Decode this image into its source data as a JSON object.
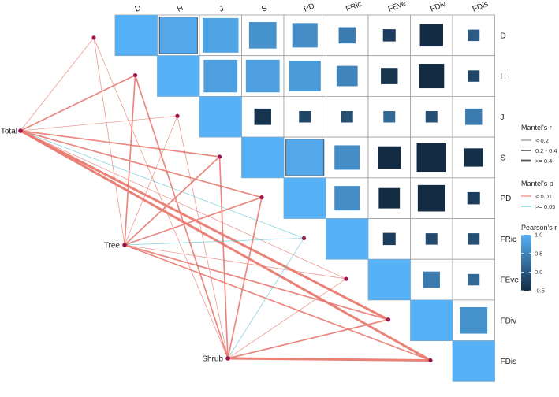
{
  "chart_data": {
    "type": "heatmap",
    "title": "",
    "variables": [
      "D",
      "H",
      "J",
      "S",
      "PD",
      "FRic",
      "FEve",
      "FDiv",
      "FDis"
    ],
    "pearson_r": [
      [
        1.0,
        0.9,
        0.85,
        0.65,
        0.6,
        0.4,
        -0.3,
        -0.55,
        0.05
      ],
      [
        0.9,
        1.0,
        0.8,
        0.8,
        0.75,
        0.5,
        -0.4,
        -0.6,
        -0.2
      ],
      [
        0.85,
        0.8,
        1.0,
        -0.4,
        -0.2,
        -0.1,
        0.2,
        -0.1,
        0.4
      ],
      [
        0.65,
        0.8,
        -0.4,
        1.0,
        0.9,
        0.6,
        -0.55,
        -0.7,
        -0.45
      ],
      [
        0.6,
        0.75,
        -0.2,
        0.9,
        1.0,
        0.6,
        -0.5,
        -0.65,
        -0.3
      ],
      [
        0.4,
        0.5,
        -0.1,
        0.6,
        0.6,
        1.0,
        -0.3,
        -0.15,
        -0.1
      ],
      [
        -0.3,
        -0.4,
        0.2,
        -0.55,
        -0.5,
        -0.3,
        1.0,
        0.4,
        0.2
      ],
      [
        -0.55,
        -0.6,
        -0.1,
        -0.7,
        -0.65,
        -0.15,
        0.4,
        1.0,
        0.65
      ],
      [
        0.05,
        -0.2,
        0.4,
        -0.45,
        -0.3,
        -0.1,
        0.2,
        0.65,
        1.0
      ]
    ],
    "color_scale": {
      "title": "Pearson's r",
      "min": -0.5,
      "max": 1.0,
      "ticks": [
        1.0,
        0.5,
        0.0,
        -0.5
      ],
      "tick_labels": [
        "1.0",
        "0.5",
        "0.0",
        "-0.5"
      ],
      "low_color": "#132b43",
      "high_color": "#56b1f7"
    },
    "sources": [
      {
        "name": "Total"
      },
      {
        "name": "Tree"
      },
      {
        "name": "Shrub"
      }
    ],
    "mantel_links": [
      {
        "from": "Total",
        "to": "D",
        "r_class": "< 0.2",
        "p_class": "< 0.01"
      },
      {
        "from": "Total",
        "to": "H",
        "r_class": "0.2 - 0.4",
        "p_class": "< 0.01"
      },
      {
        "from": "Total",
        "to": "J",
        "r_class": "< 0.2",
        "p_class": "< 0.01"
      },
      {
        "from": "Total",
        "to": "S",
        "r_class": "0.2 - 0.4",
        "p_class": "< 0.01"
      },
      {
        "from": "Total",
        "to": "PD",
        "r_class": "0.2 - 0.4",
        "p_class": "< 0.01"
      },
      {
        "from": "Total",
        "to": "FRic",
        "r_class": "< 0.2",
        "p_class": ">= 0.05"
      },
      {
        "from": "Total",
        "to": "FEve",
        "r_class": "< 0.2",
        "p_class": "< 0.01"
      },
      {
        "from": "Total",
        "to": "FDiv",
        "r_class": ">= 0.4",
        "p_class": "< 0.01"
      },
      {
        "from": "Total",
        "to": "FDis",
        "r_class": ">= 0.4",
        "p_class": "< 0.01"
      },
      {
        "from": "Tree",
        "to": "D",
        "r_class": "< 0.2",
        "p_class": "< 0.01"
      },
      {
        "from": "Tree",
        "to": "H",
        "r_class": "0.2 - 0.4",
        "p_class": "< 0.01"
      },
      {
        "from": "Tree",
        "to": "J",
        "r_class": "< 0.2",
        "p_class": "< 0.01"
      },
      {
        "from": "Tree",
        "to": "S",
        "r_class": "0.2 - 0.4",
        "p_class": "< 0.01"
      },
      {
        "from": "Tree",
        "to": "PD",
        "r_class": "0.2 - 0.4",
        "p_class": "< 0.01"
      },
      {
        "from": "Tree",
        "to": "FRic",
        "r_class": "< 0.2",
        "p_class": ">= 0.05"
      },
      {
        "from": "Tree",
        "to": "FEve",
        "r_class": "< 0.2",
        "p_class": "< 0.01"
      },
      {
        "from": "Tree",
        "to": "FDiv",
        "r_class": "0.2 - 0.4",
        "p_class": "< 0.01"
      },
      {
        "from": "Tree",
        "to": "FDis",
        "r_class": "0.2 - 0.4",
        "p_class": "< 0.01"
      },
      {
        "from": "Shrub",
        "to": "D",
        "r_class": "< 0.2",
        "p_class": "< 0.01"
      },
      {
        "from": "Shrub",
        "to": "H",
        "r_class": "0.2 - 0.4",
        "p_class": "< 0.01"
      },
      {
        "from": "Shrub",
        "to": "J",
        "r_class": "< 0.2",
        "p_class": "< 0.01"
      },
      {
        "from": "Shrub",
        "to": "S",
        "r_class": "0.2 - 0.4",
        "p_class": "< 0.01"
      },
      {
        "from": "Shrub",
        "to": "PD",
        "r_class": "0.2 - 0.4",
        "p_class": "< 0.01"
      },
      {
        "from": "Shrub",
        "to": "FRic",
        "r_class": "< 0.2",
        "p_class": ">= 0.05"
      },
      {
        "from": "Shrub",
        "to": "FEve",
        "r_class": "< 0.2",
        "p_class": "< 0.01"
      },
      {
        "from": "Shrub",
        "to": "FDiv",
        "r_class": "0.2 - 0.4",
        "p_class": "< 0.01"
      },
      {
        "from": "Shrub",
        "to": "FDis",
        "r_class": ">= 0.4",
        "p_class": "< 0.01"
      }
    ],
    "legend_mantel_r": {
      "title": "Mantel's r",
      "items": [
        "< 0.2",
        "0.2 - 0.4",
        ">= 0.4"
      ]
    },
    "legend_mantel_p": {
      "title": "Mantel's p",
      "items": [
        "< 0.01",
        ">= 0.05"
      ],
      "colors": [
        "#e87a70",
        "#5bc8d6"
      ]
    },
    "node_color": "#a0144f",
    "grid_color": "#9e9e9e"
  }
}
